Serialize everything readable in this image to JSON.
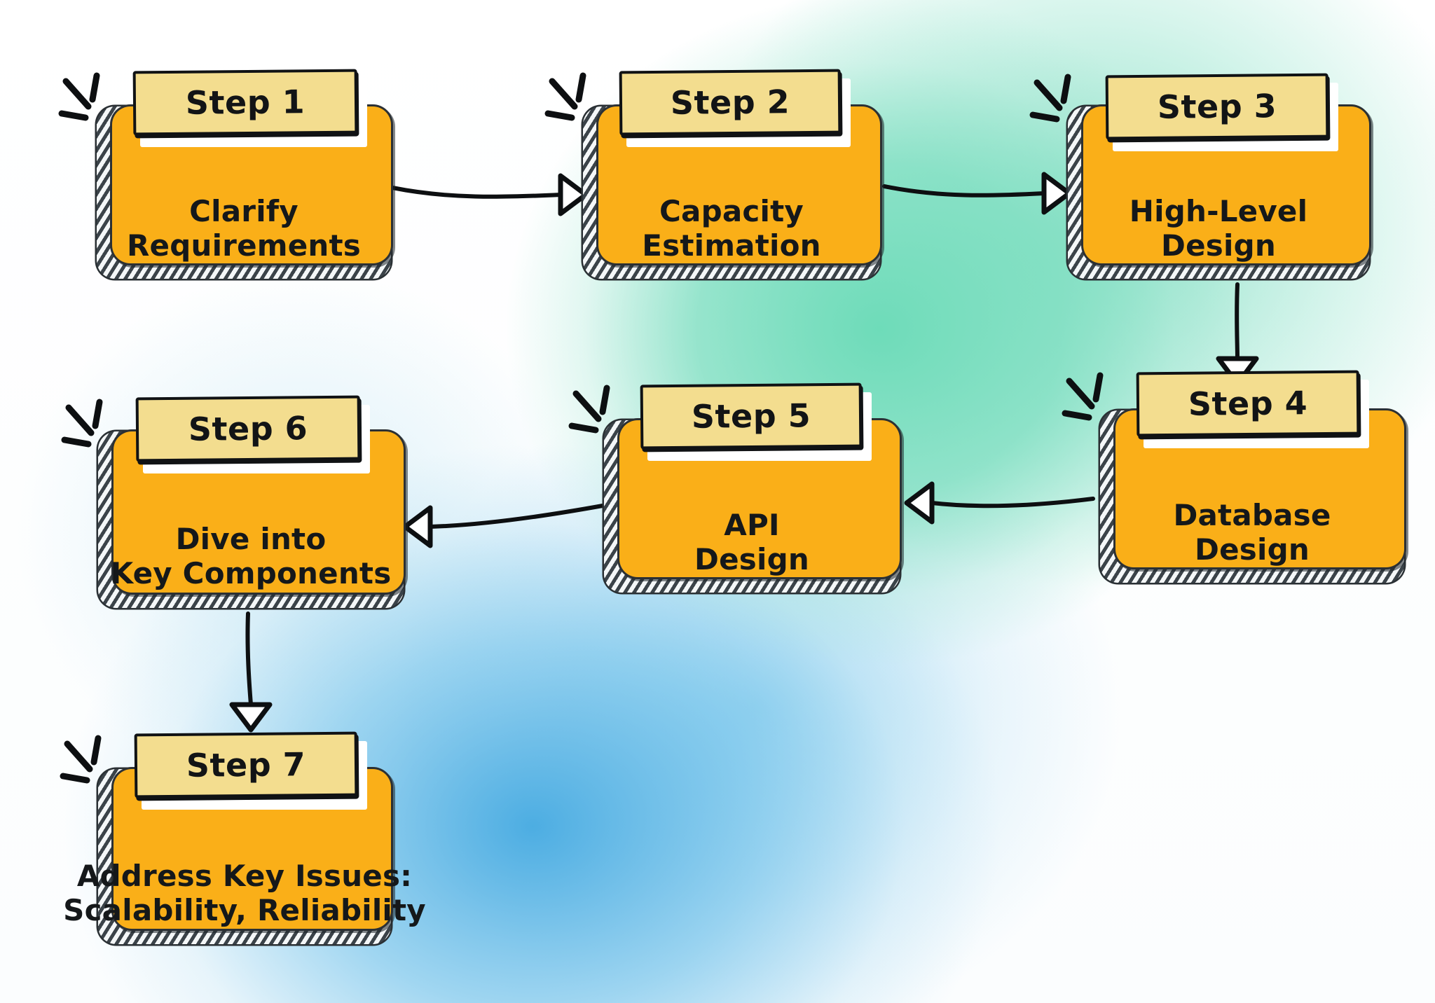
{
  "diagram": {
    "title": "System Design Interview Steps",
    "type": "flowchart",
    "colors": {
      "node_fill": "#FAAF18",
      "label_fill": "#F3DD8F",
      "stroke": "#101214",
      "stripe_dark": "#3B4349",
      "stripe_light": "#F4F7F8",
      "bg_teal": "#7FDCC0",
      "bg_blue": "#6BBFE8",
      "bg_white": "#FFFFFF"
    },
    "nodes": [
      {
        "id": "step1",
        "label": "Step 1",
        "lines": [
          "Clarify",
          "Requirements"
        ]
      },
      {
        "id": "step2",
        "label": "Step 2",
        "lines": [
          "Capacity",
          "Estimation"
        ]
      },
      {
        "id": "step3",
        "label": "Step 3",
        "lines": [
          "High-Level",
          "Design"
        ]
      },
      {
        "id": "step4",
        "label": "Step 4",
        "lines": [
          "Database",
          "Design"
        ]
      },
      {
        "id": "step5",
        "label": "Step 5",
        "lines": [
          "API",
          "Design"
        ]
      },
      {
        "id": "step6",
        "label": "Step 6",
        "lines": [
          "Dive into",
          "Key Components"
        ]
      },
      {
        "id": "step7",
        "label": "Step 7",
        "lines": [
          "Address Key Issues:",
          "Scalability, Reliability"
        ]
      }
    ],
    "edges": [
      {
        "from": "step1",
        "to": "step2",
        "direction": "right"
      },
      {
        "from": "step2",
        "to": "step3",
        "direction": "right"
      },
      {
        "from": "step3",
        "to": "step4",
        "direction": "down"
      },
      {
        "from": "step4",
        "to": "step5",
        "direction": "left"
      },
      {
        "from": "step5",
        "to": "step6",
        "direction": "left"
      },
      {
        "from": "step6",
        "to": "step7",
        "direction": "down"
      }
    ]
  }
}
